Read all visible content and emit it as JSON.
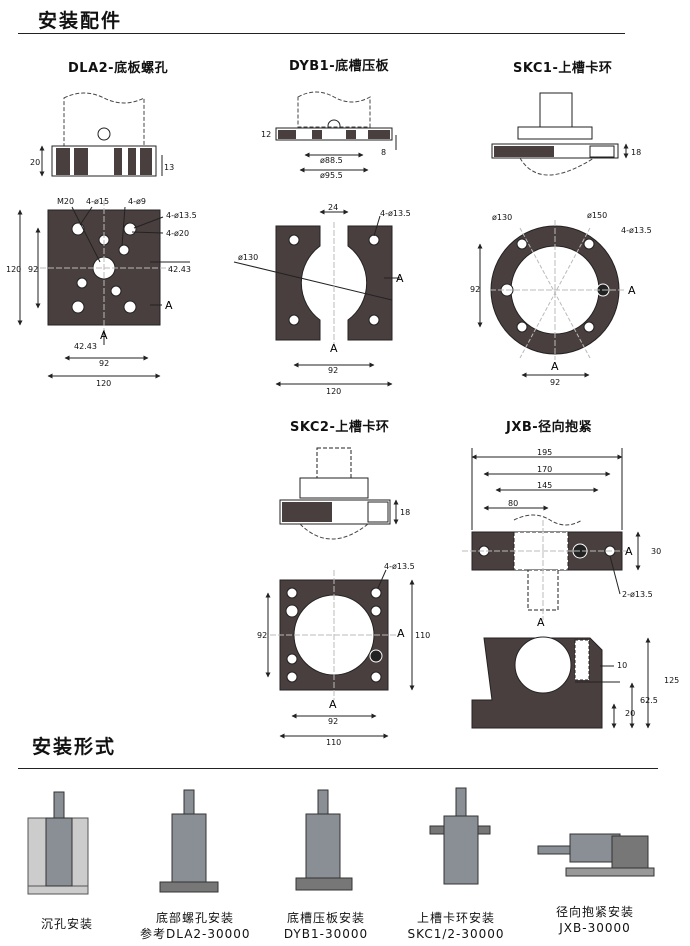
{
  "sections": {
    "accessories_title": "安装配件",
    "forms_title": "安装形式"
  },
  "parts": {
    "dla2": {
      "title": "DLA2-底板螺孔",
      "side": {
        "h1": "20",
        "h2": "13"
      },
      "labels": {
        "m20": "M20",
        "p4_15": "4-ø15",
        "p4_9": "4-ø9",
        "p4_13_5": "4-ø13.5",
        "p4_20": "4-ø20"
      },
      "dims": {
        "d120": "120",
        "d92": "92",
        "d42_43r": "42.43",
        "d42_43b": "42.43",
        "b92": "92",
        "b120": "120",
        "a_right": "A",
        "a_bottom": "A"
      }
    },
    "dyb1": {
      "title": "DYB1-底槽压板",
      "side": {
        "h12": "12",
        "h8": "8",
        "d88_5": "ø88.5",
        "d95_5": "ø95.5"
      },
      "dims": {
        "d24": "24",
        "h4_13_5": "4-ø13.5",
        "d130": "ø130",
        "b92": "92",
        "b120": "120",
        "a_right": "A",
        "a_bottom": "A"
      }
    },
    "skc1": {
      "title": "SKC1-上槽卡环",
      "side": {
        "h18": "18"
      },
      "dims": {
        "d130": "ø130",
        "d150": "ø150",
        "h4_13_5": "4-ø13.5",
        "l92": "92",
        "b92": "92",
        "a_right": "A",
        "a_bottom": "A"
      }
    },
    "skc2": {
      "title": "SKC2-上槽卡环",
      "side": {
        "h18": "18"
      },
      "dims": {
        "h4_13_5": "4-ø13.5",
        "l92": "92",
        "r110": "110",
        "b92": "92",
        "b110": "110",
        "a_right": "A",
        "a_bottom": "A"
      }
    },
    "jxb": {
      "title": "JXB-径向抱紧",
      "dims": {
        "d195": "195",
        "d170": "170",
        "d145": "145",
        "d80": "80",
        "h30": "30",
        "h2_13_5": "2-ø13.5",
        "a_right": "A",
        "a_bottom": "A"
      },
      "side": {
        "d10": "10",
        "h125": "125",
        "h62_5": "62.5",
        "h20": "20"
      }
    }
  },
  "forms": [
    {
      "line1": "沉孔安装",
      "line2": ""
    },
    {
      "line1": "底部螺孔安装",
      "line2": "参考DLA2-30000"
    },
    {
      "line1": "底槽压板安装",
      "line2": "DYB1-30000"
    },
    {
      "line1": "上槽卡环安装",
      "line2": "SKC1/2-30000"
    },
    {
      "line1": "径向抱紧安装",
      "line2": "JXB-30000"
    }
  ],
  "colors": {
    "plate": "#4a3f3f",
    "metal": "#8a8f96",
    "line": "#222222"
  }
}
